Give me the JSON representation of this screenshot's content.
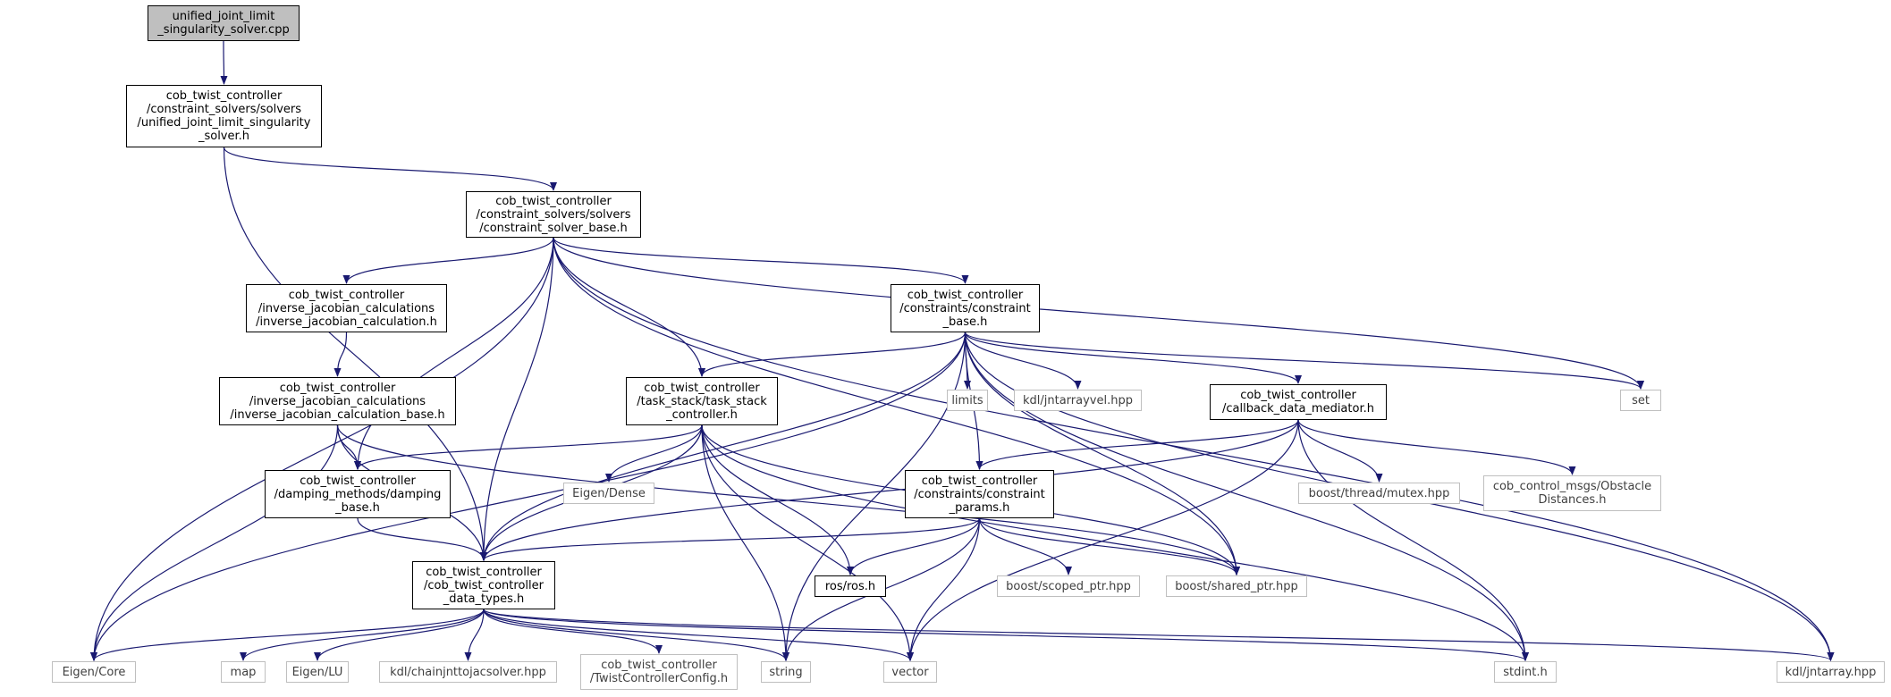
{
  "graph": {
    "edge_color": "#191970",
    "nodes": {
      "n0": {
        "label": "unified_joint_limit\n_singularity_solver.cpp",
        "kind": "root"
      },
      "n1": {
        "label": "cob_twist_controller\n/constraint_solvers/solvers\n/unified_joint_limit_singularity\n_solver.h",
        "kind": "doc"
      },
      "n2": {
        "label": "cob_twist_controller\n/constraint_solvers/solvers\n/constraint_solver_base.h",
        "kind": "doc"
      },
      "n3": {
        "label": "cob_twist_controller\n/inverse_jacobian_calculations\n/inverse_jacobian_calculation.h",
        "kind": "doc"
      },
      "n4": {
        "label": "cob_twist_controller\n/constraints/constraint\n_base.h",
        "kind": "doc"
      },
      "n5": {
        "label": "cob_twist_controller\n/inverse_jacobian_calculations\n/inverse_jacobian_calculation_base.h",
        "kind": "doc"
      },
      "n6": {
        "label": "cob_twist_controller\n/task_stack/task_stack\n_controller.h",
        "kind": "doc"
      },
      "n7": {
        "label": "limits",
        "kind": "external"
      },
      "n8": {
        "label": "kdl/jntarrayvel.hpp",
        "kind": "external"
      },
      "n9": {
        "label": "cob_twist_controller\n/callback_data_mediator.h",
        "kind": "doc"
      },
      "n10": {
        "label": "set",
        "kind": "external"
      },
      "n11": {
        "label": "cob_twist_controller\n/damping_methods/damping\n_base.h",
        "kind": "doc"
      },
      "n12": {
        "label": "Eigen/Dense",
        "kind": "external"
      },
      "n13": {
        "label": "cob_twist_controller\n/constraints/constraint\n_params.h",
        "kind": "doc"
      },
      "n14": {
        "label": "boost/thread/mutex.hpp",
        "kind": "external"
      },
      "n15": {
        "label": "cob_control_msgs/Obstacle\nDistances.h",
        "kind": "external"
      },
      "n16": {
        "label": "cob_twist_controller\n/cob_twist_controller\n_data_types.h",
        "kind": "doc"
      },
      "n17": {
        "label": "ros/ros.h",
        "kind": "doc"
      },
      "n18": {
        "label": "boost/scoped_ptr.hpp",
        "kind": "external"
      },
      "n19": {
        "label": "boost/shared_ptr.hpp",
        "kind": "external"
      },
      "n20": {
        "label": "Eigen/Core",
        "kind": "external"
      },
      "n21": {
        "label": "map",
        "kind": "external"
      },
      "n22": {
        "label": "Eigen/LU",
        "kind": "external"
      },
      "n23": {
        "label": "kdl/chainjnttojacsolver.hpp",
        "kind": "external"
      },
      "n24": {
        "label": "cob_twist_controller\n/TwistControllerConfig.h",
        "kind": "external"
      },
      "n25": {
        "label": "string",
        "kind": "external"
      },
      "n26": {
        "label": "vector",
        "kind": "external"
      },
      "n27": {
        "label": "stdint.h",
        "kind": "external"
      },
      "n28": {
        "label": "kdl/jntarray.hpp",
        "kind": "external"
      }
    },
    "edges": [
      [
        "n0",
        "n1"
      ],
      [
        "n1",
        "n2"
      ],
      [
        "n1",
        "n16"
      ],
      [
        "n2",
        "n3"
      ],
      [
        "n2",
        "n4"
      ],
      [
        "n2",
        "n6"
      ],
      [
        "n2",
        "n11"
      ],
      [
        "n2",
        "n16"
      ],
      [
        "n2",
        "n20"
      ],
      [
        "n2",
        "n10"
      ],
      [
        "n2",
        "n19"
      ],
      [
        "n2",
        "n28"
      ],
      [
        "n3",
        "n5"
      ],
      [
        "n5",
        "n11"
      ],
      [
        "n5",
        "n16"
      ],
      [
        "n5",
        "n20"
      ],
      [
        "n5",
        "n19"
      ],
      [
        "n4",
        "n6"
      ],
      [
        "n4",
        "n7"
      ],
      [
        "n4",
        "n8"
      ],
      [
        "n4",
        "n9"
      ],
      [
        "n4",
        "n10"
      ],
      [
        "n4",
        "n13"
      ],
      [
        "n4",
        "n16"
      ],
      [
        "n4",
        "n19"
      ],
      [
        "n4",
        "n20"
      ],
      [
        "n4",
        "n25"
      ],
      [
        "n4",
        "n27"
      ],
      [
        "n4",
        "n28"
      ],
      [
        "n6",
        "n11"
      ],
      [
        "n6",
        "n12"
      ],
      [
        "n6",
        "n16"
      ],
      [
        "n6",
        "n17"
      ],
      [
        "n6",
        "n19"
      ],
      [
        "n6",
        "n25"
      ],
      [
        "n6",
        "n26"
      ],
      [
        "n6",
        "n27"
      ],
      [
        "n11",
        "n16"
      ],
      [
        "n9",
        "n13"
      ],
      [
        "n9",
        "n14"
      ],
      [
        "n9",
        "n15"
      ],
      [
        "n9",
        "n16"
      ],
      [
        "n9",
        "n26"
      ],
      [
        "n9",
        "n27"
      ],
      [
        "n13",
        "n16"
      ],
      [
        "n13",
        "n17"
      ],
      [
        "n13",
        "n18"
      ],
      [
        "n13",
        "n19"
      ],
      [
        "n13",
        "n25"
      ],
      [
        "n13",
        "n26"
      ],
      [
        "n16",
        "n20"
      ],
      [
        "n16",
        "n21"
      ],
      [
        "n16",
        "n22"
      ],
      [
        "n16",
        "n23"
      ],
      [
        "n16",
        "n24"
      ],
      [
        "n16",
        "n25"
      ],
      [
        "n16",
        "n26"
      ],
      [
        "n16",
        "n27"
      ],
      [
        "n16",
        "n28"
      ]
    ]
  }
}
